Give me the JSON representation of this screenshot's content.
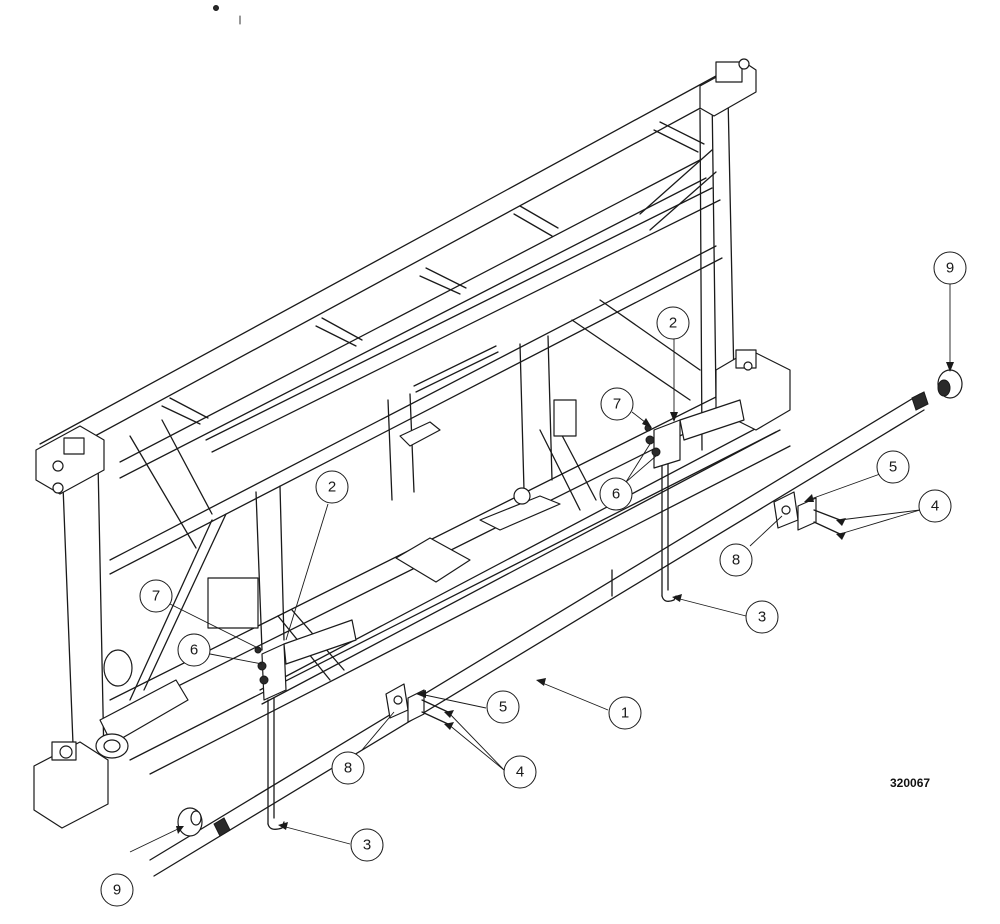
{
  "figure_number": "320067",
  "callouts": [
    {
      "id": "c-2-right",
      "label": "2"
    },
    {
      "id": "c-7-right",
      "label": "7"
    },
    {
      "id": "c-6-right",
      "label": "6"
    },
    {
      "id": "c-5-right",
      "label": "5"
    },
    {
      "id": "c-4-right",
      "label": "4"
    },
    {
      "id": "c-8-right",
      "label": "8"
    },
    {
      "id": "c-3-right",
      "label": "3"
    },
    {
      "id": "c-9-right",
      "label": "9"
    },
    {
      "id": "c-1",
      "label": "1"
    },
    {
      "id": "c-2-left",
      "label": "2"
    },
    {
      "id": "c-7-left",
      "label": "7"
    },
    {
      "id": "c-6-left",
      "label": "6"
    },
    {
      "id": "c-5-left",
      "label": "5"
    },
    {
      "id": "c-4-left",
      "label": "4"
    },
    {
      "id": "c-8-left",
      "label": "8"
    },
    {
      "id": "c-3-left",
      "label": "3"
    },
    {
      "id": "c-9-left",
      "label": "9"
    }
  ]
}
